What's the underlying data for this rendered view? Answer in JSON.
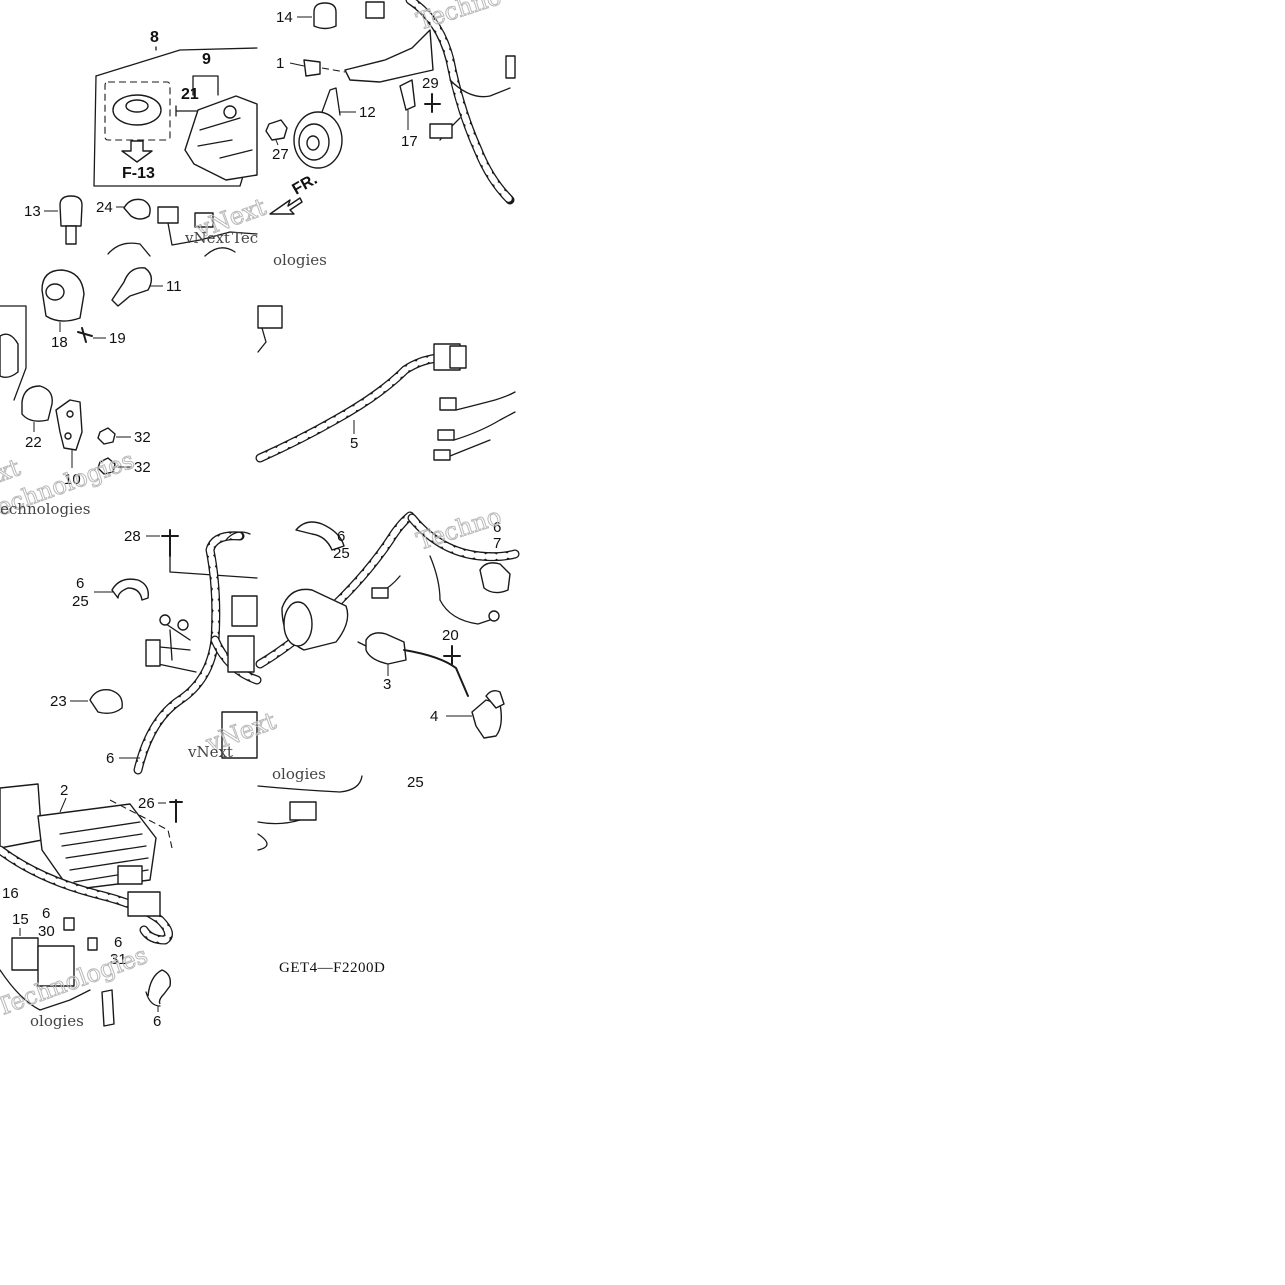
{
  "diagram": {
    "code": "GET4—F2200D",
    "reference": "F-13",
    "direction": "FR.",
    "watermark": {
      "a": "vNext",
      "b": "Technologies",
      "c": "Techno",
      "d": "echnologies",
      "e": "ologies",
      "f": "Tec",
      "g": "xt"
    }
  },
  "callouts": {
    "c1": "1",
    "c2": "2",
    "c3": "3",
    "c4": "4",
    "c5": "5",
    "c6a": "6",
    "c6b": "6",
    "c6c": "6",
    "c6d": "6",
    "c6e": "6",
    "c6f": "6",
    "c6g": "6",
    "c7": "7",
    "c8": "8",
    "c9": "9",
    "c10": "10",
    "c11": "11",
    "c12": "12",
    "c13": "13",
    "c14": "14",
    "c15": "15",
    "c16": "16",
    "c17": "17",
    "c18": "18",
    "c19": "19",
    "c20": "20",
    "c21": "21",
    "c22": "22",
    "c23": "23",
    "c24": "24",
    "c25a": "25",
    "c25b": "25",
    "c25c": "25",
    "c26": "26",
    "c27": "27",
    "c28": "28",
    "c29": "29",
    "c30": "30",
    "c31": "31",
    "c32a": "32",
    "c32b": "32"
  },
  "colors": {
    "ink": "#1a1a1a",
    "paper": "#ffffff",
    "watermark": "#b9b9b9"
  }
}
